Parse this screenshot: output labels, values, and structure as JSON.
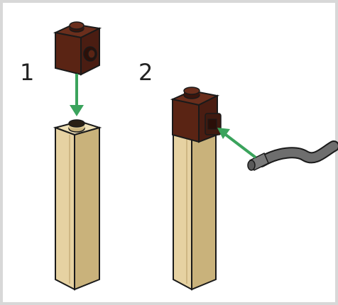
{
  "steps": [
    {
      "number": "1"
    },
    {
      "number": "2"
    }
  ],
  "colors": {
    "frame_border": "#d8d8d8",
    "brown_top": "#6a2e1c",
    "brown_front": "#5a2414",
    "brown_side": "#3f1a10",
    "tan_front": "#e6d2a2",
    "tan_side": "#c9b27b",
    "tan_top": "#efe1b8",
    "arrow": "#3aa35c",
    "cable": "#6e6e6e",
    "outline": "#1a1a1a"
  },
  "icons": {
    "step1_brick": "brown-1x1-brick-with-side-stud",
    "step1_pillar": "tan-1x1-tall-pillar",
    "step2_assembly": "pillar-with-brown-brick",
    "step2_cable": "grey-cable-connector"
  }
}
